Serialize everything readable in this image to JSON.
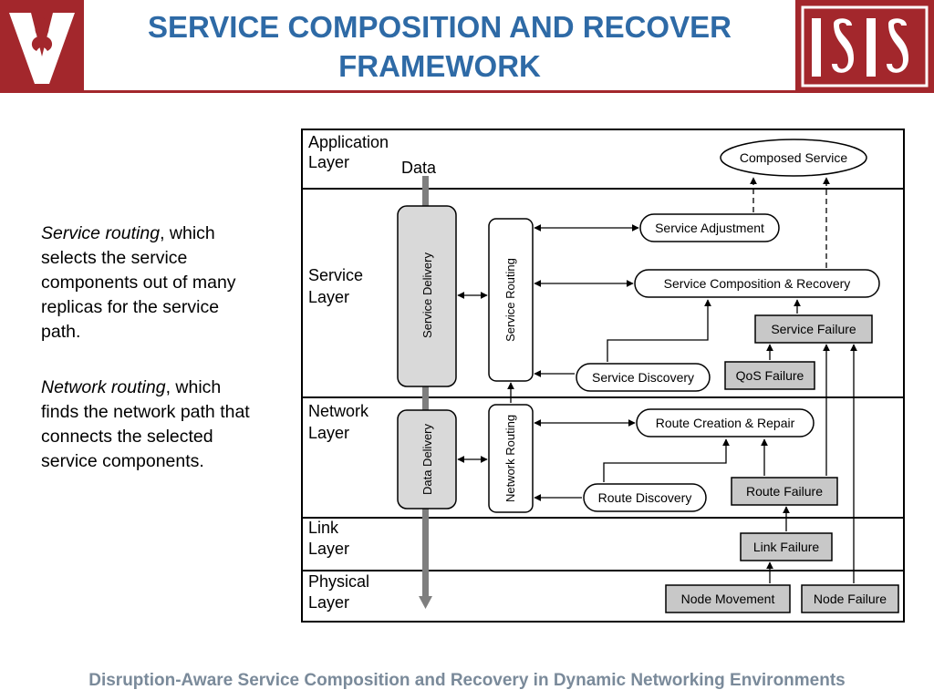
{
  "title": "SERVICE COMPOSITION AND RECOVER FRAMEWORK",
  "logos": {
    "left_icon": "vanderbilt-v-oak-leaf-icon",
    "right_icon": "isis-logo-icon",
    "brand_color": "#a3272c"
  },
  "notes": [
    {
      "term": "Service routing",
      "text": ", which selects the service components out of many replicas for the service path."
    },
    {
      "term": "Network routing",
      "text": ", which finds the network path that connects the selected service components."
    }
  ],
  "diagram": {
    "layers": {
      "application": [
        "Application",
        "Layer"
      ],
      "service": [
        "Service",
        "Layer"
      ],
      "network": [
        "Network",
        "Layer"
      ],
      "link": [
        "Link",
        "Layer"
      ],
      "physical": [
        "Physical",
        "Layer"
      ]
    },
    "data_label": "Data",
    "service_delivery": "Service Delivery",
    "data_delivery": "Data Delivery",
    "service_routing": "Service Routing",
    "network_routing": "Network Routing",
    "composed_service": "Composed Service",
    "service_adjustment": "Service Adjustment",
    "service_composition": "Service Composition & Recovery",
    "service_discovery": "Service Discovery",
    "route_creation": "Route Creation & Repair",
    "route_discovery": "Route Discovery",
    "service_failure": "Service Failure",
    "qos_failure": "QoS Failure",
    "route_failure": "Route Failure",
    "link_failure": "Link Failure",
    "node_movement": "Node Movement",
    "node_failure": "Node Failure"
  },
  "footer": "Disruption-Aware Service Composition and Recovery in Dynamic Networking Environments"
}
